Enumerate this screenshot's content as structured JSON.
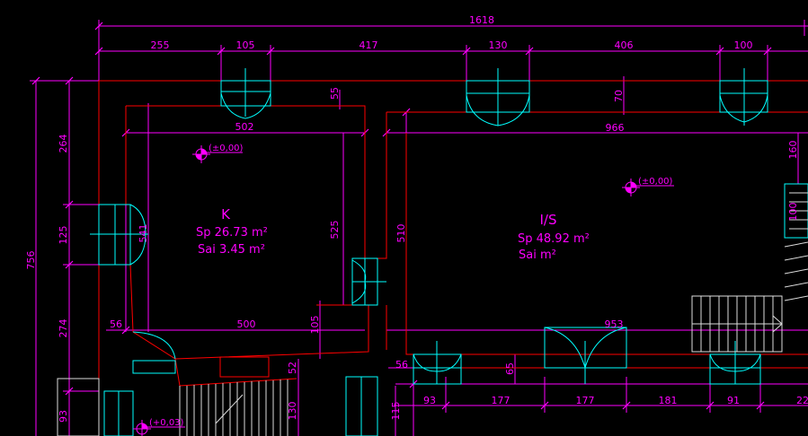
{
  "colors": {
    "background": "#000000",
    "wall": "#ff0000",
    "dimension": "#ff00ff",
    "window": "#00ffff",
    "stairs": "#ffffff"
  },
  "overall_dimension": "1618",
  "top_dimensions": [
    "255",
    "105",
    "417",
    "130",
    "406",
    "100"
  ],
  "left_dimensions": [
    "756",
    "264",
    "125",
    "274",
    "93"
  ],
  "bottom_dimensions": [
    "93",
    "177",
    "177",
    "181",
    "91",
    "22"
  ],
  "interior_dimensions": {
    "k_width_top": "502",
    "k_width_bottom": "500",
    "k_height": "541",
    "k_inner_height": "525",
    "is_width_top": "966",
    "is_width_bottom": "953",
    "is_height": "510",
    "sill_55": "55",
    "sill_70": "70",
    "sill_65": "65",
    "right_160": "160",
    "right_100": "100",
    "left_56": "56",
    "bottom_56": "56",
    "stair_105": "105",
    "stair_52": "52",
    "stair_130": "130",
    "stair_115": "115"
  },
  "level_markers": [
    "(±0,00)",
    "(±0,00)",
    "(+0,03)"
  ],
  "rooms": [
    {
      "name": "K",
      "area": "Sp 26.73 m²",
      "volume": "Sai 3.45 m²"
    },
    {
      "name": "I/S",
      "area": "Sp 48.92 m²",
      "volume": "Sai m²"
    }
  ]
}
